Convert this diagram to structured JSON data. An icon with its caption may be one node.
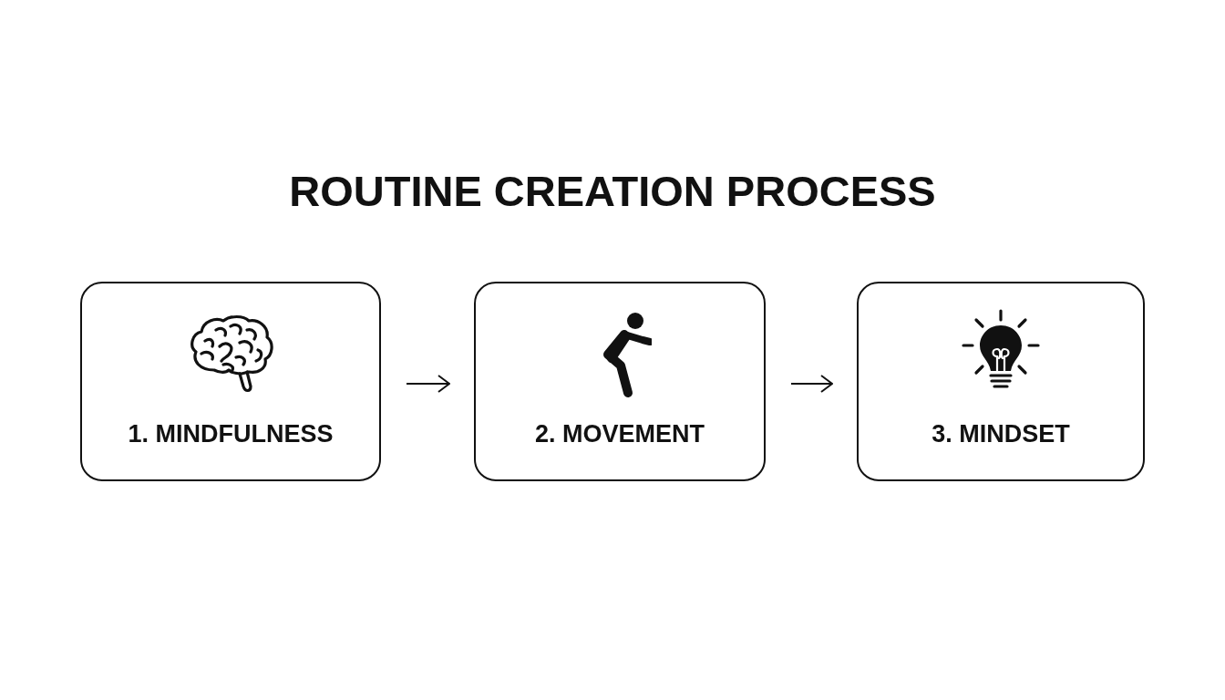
{
  "diagram": {
    "title": "ROUTINE CREATION PROCESS",
    "nodes": [
      {
        "text": [
          "1. MINDFULNESS"
        ]
      },
      {
        "text": [
          "2. MOVEMENT"
        ]
      },
      {
        "text": [
          "3. MINDSET"
        ]
      }
    ],
    "edges": [
      {
        "from": 0,
        "to": 1,
        "arrow": "to"
      },
      {
        "from": 1,
        "to": 2,
        "arrow": "to"
      }
    ]
  }
}
